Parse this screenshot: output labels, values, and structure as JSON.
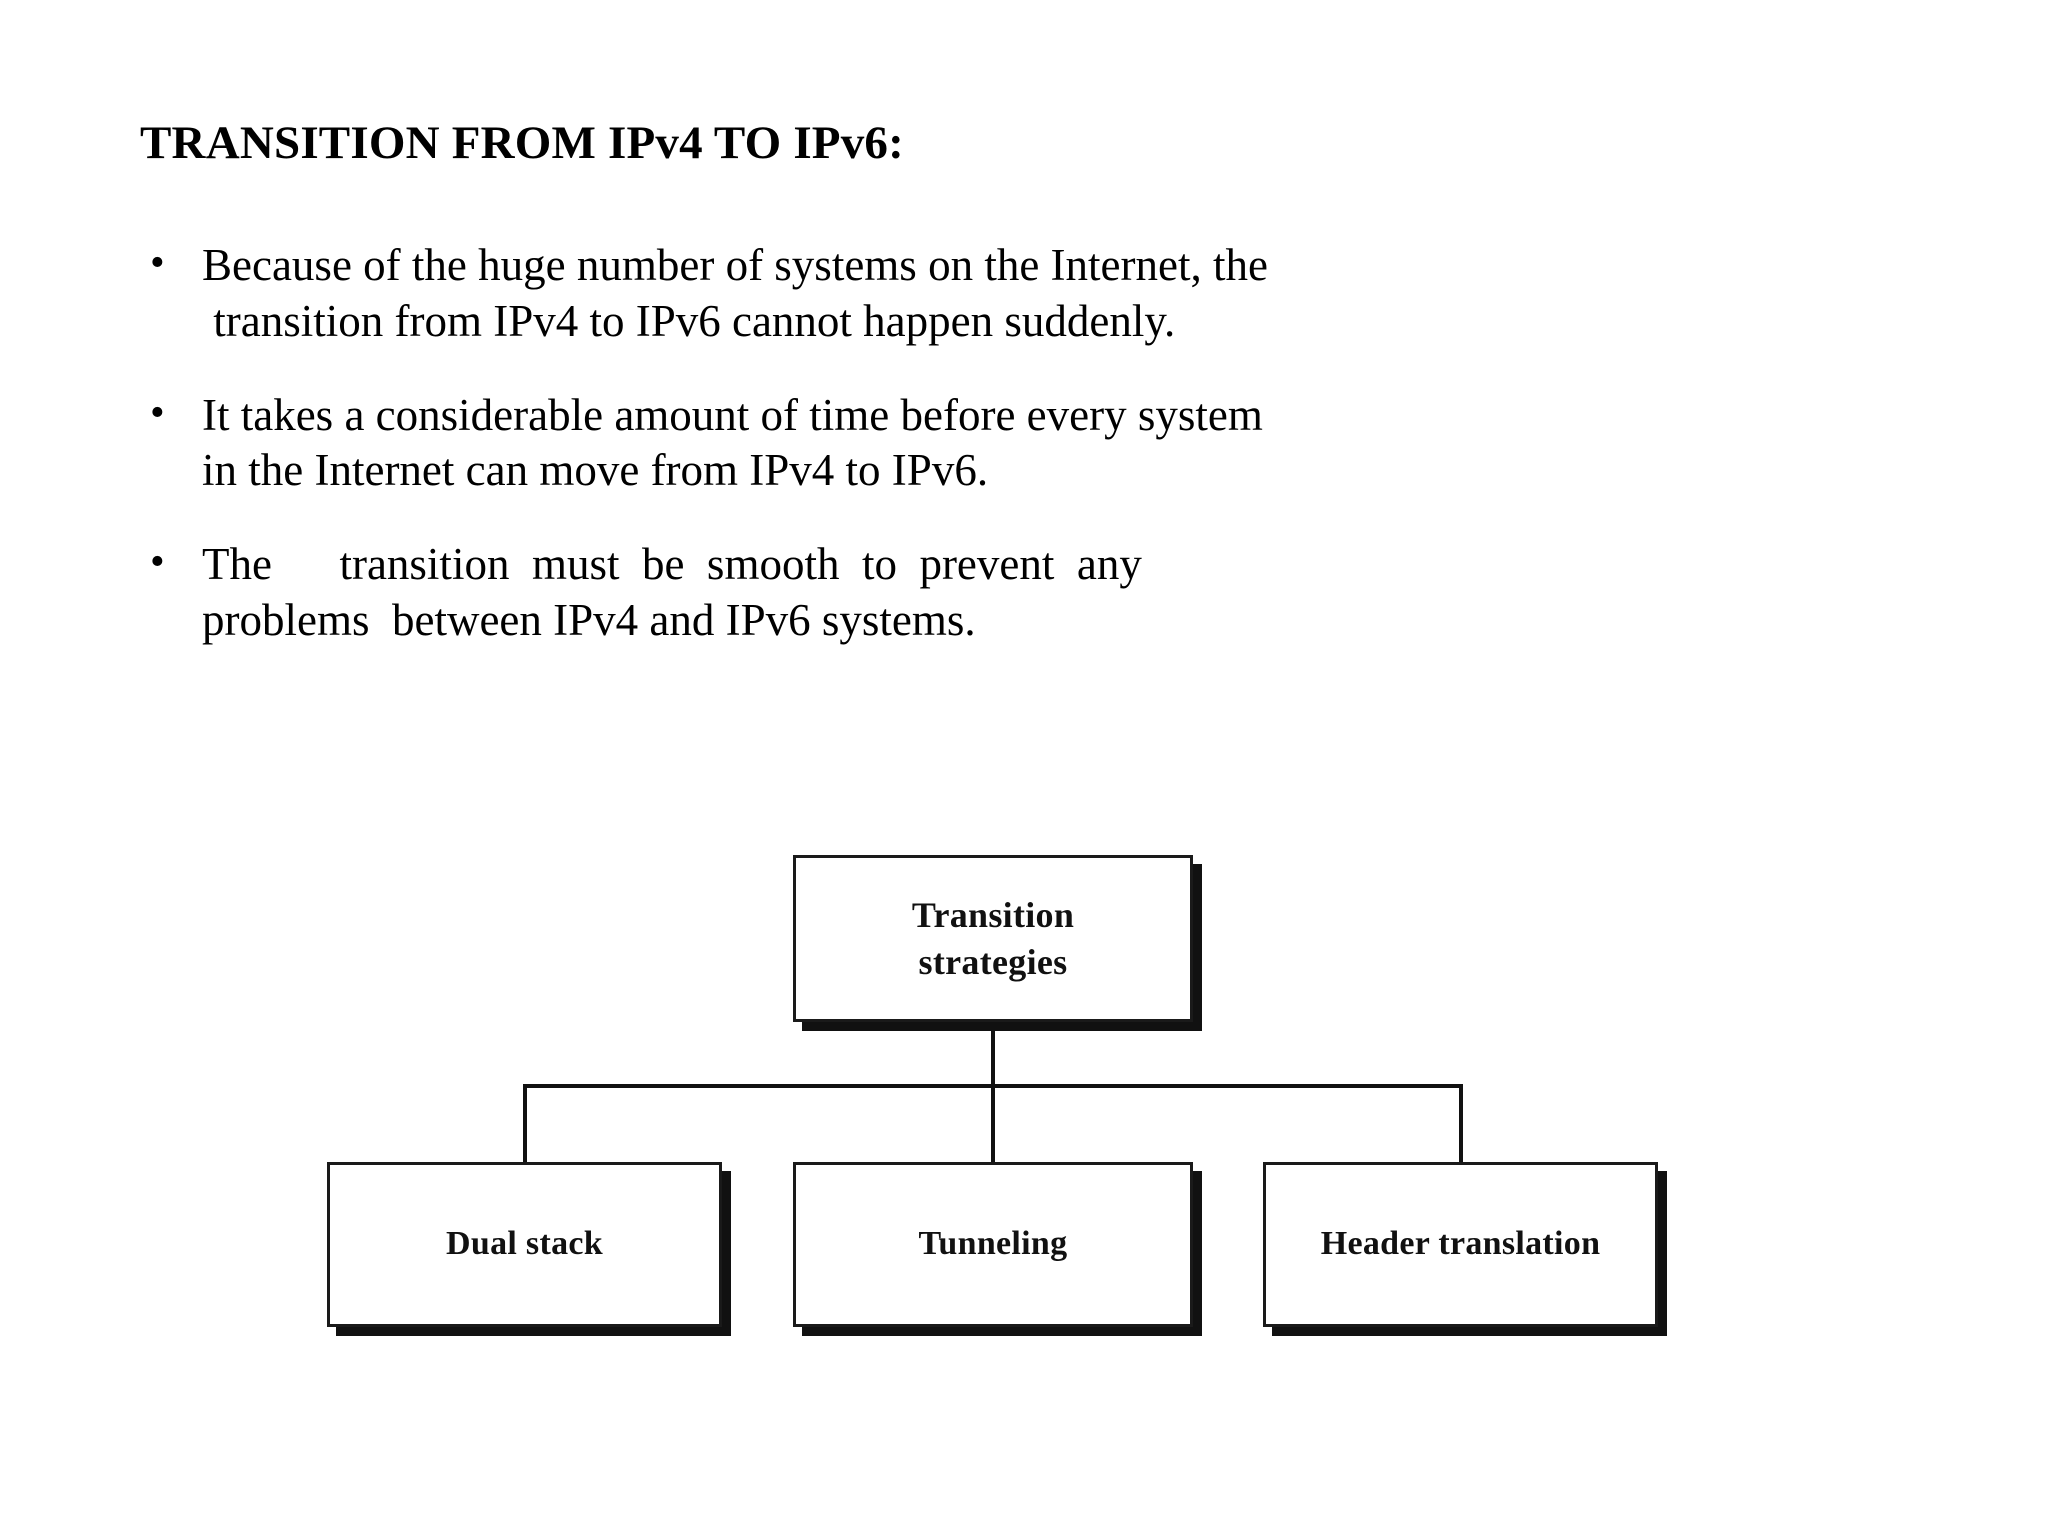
{
  "slide": {
    "title": "TRANSITION FROM IPv4 TO IPv6:",
    "bullets": [
      {
        "marker": "•",
        "lines": [
          "Because of the huge number of systems on the Internet, the",
          " transition from IPv4 to IPv6 cannot happen suddenly."
        ]
      },
      {
        "marker": "•",
        "lines": [
          "It takes a considerable amount of time before every system",
          "in the Internet can move from IPv4 to IPv6."
        ]
      },
      {
        "marker": "•",
        "lines": [
          "The      transition  must  be  smooth  to  prevent  any",
          "problems  between IPv4 and IPv6 systems."
        ]
      }
    ]
  },
  "diagram": {
    "type": "tree",
    "root": {
      "label": "Transition\nstrategies"
    },
    "children": [
      {
        "label": "Dual stack"
      },
      {
        "label": "Tunneling"
      },
      {
        "label": "Header translation"
      }
    ],
    "colors": {
      "box_border": "#1a1a1a",
      "box_fill": "#ffffff",
      "shadow": "#111111",
      "connector": "#111111"
    }
  }
}
